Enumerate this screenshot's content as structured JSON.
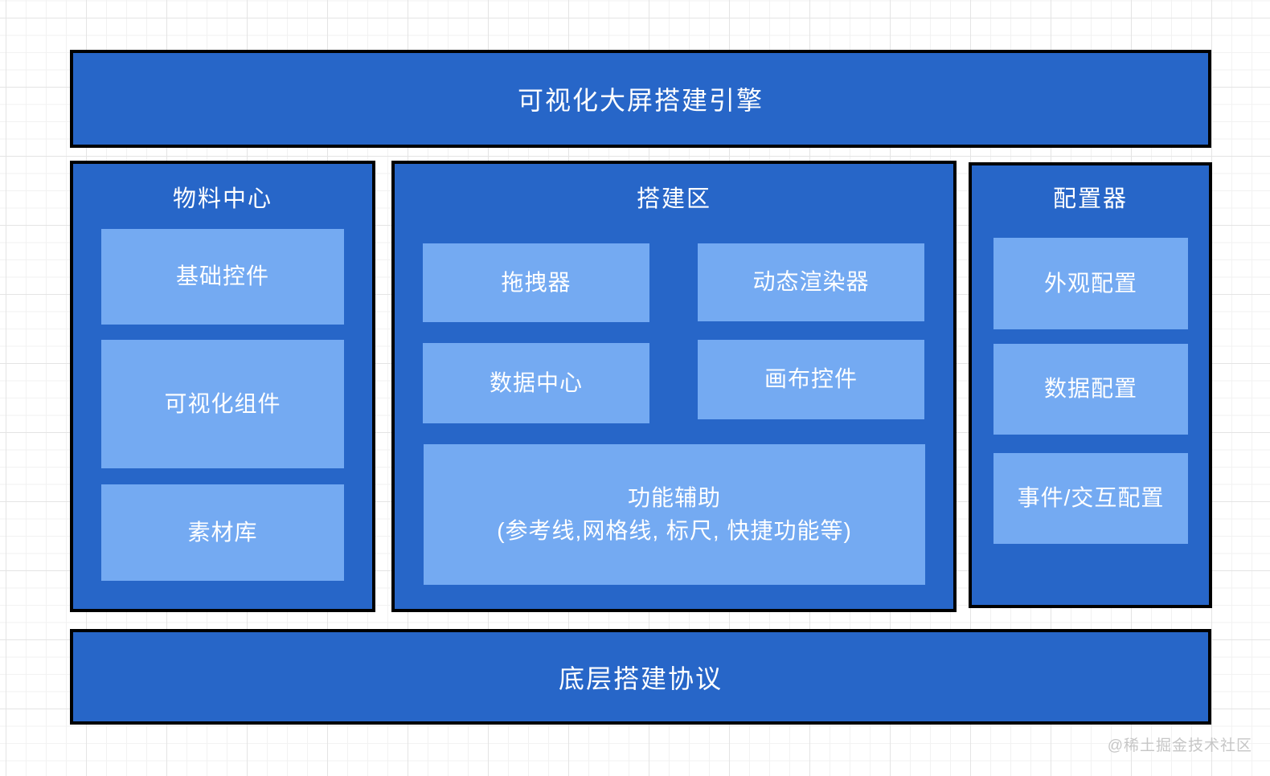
{
  "colors": {
    "panel_blue": "#2766C8",
    "box_blue": "#74AAF2",
    "border_black": "#000000",
    "text_white": "#FFFFFF",
    "watermark_gray": "#C6C6C6"
  },
  "header": {
    "title": "可视化大屏搭建引擎"
  },
  "material_center": {
    "title": "物料中心",
    "boxes": [
      "基础控件",
      "可视化组件",
      "素材库"
    ]
  },
  "build_area": {
    "title": "搭建区",
    "boxes": [
      "拖拽器",
      "动态渲染器",
      "数据中心",
      "画布控件"
    ],
    "helper_box": {
      "title": "功能辅助",
      "subtitle": "(参考线,网格线, 标尺, 快捷功能等)"
    }
  },
  "configurator": {
    "title": "配置器",
    "boxes": [
      "外观配置",
      "数据配置",
      "事件/交互配置"
    ]
  },
  "footer": {
    "title": "底层搭建协议"
  },
  "watermark": {
    "text": "@稀土掘金技术社区"
  }
}
